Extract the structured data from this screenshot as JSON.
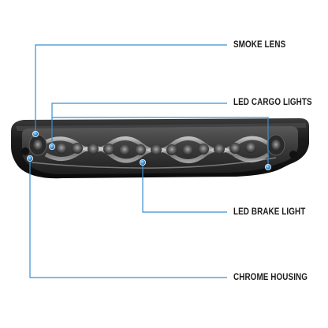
{
  "callouts": {
    "smoke_lens": "SMOKE LENS",
    "led_cargo_lights": "LED CARGO LIGHTS",
    "led_brake_light": "LED BRAKE LIGHT",
    "chrome_housing": "CHROME HOUSING"
  },
  "colors": {
    "callout_line": "#3a8fd0",
    "callout_dot": "#2e86d4",
    "label_text": "#1b1b1b",
    "housing_dark": "#141414"
  }
}
